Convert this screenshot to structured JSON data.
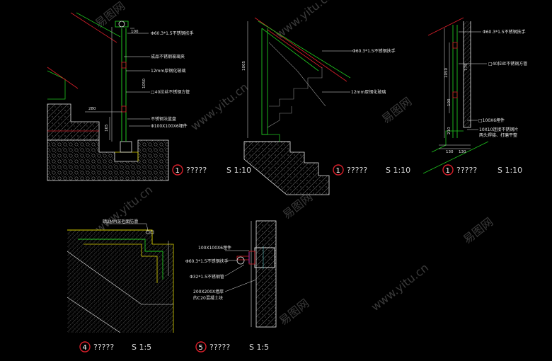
{
  "details": [
    {
      "number": "1",
      "title": "?????",
      "scale": "S 1:10"
    },
    {
      "number": "1",
      "title": "?????",
      "scale": "S 1:10"
    },
    {
      "number": "1",
      "title": "?????",
      "scale": "S 1:10"
    },
    {
      "number": "4",
      "title": "?????",
      "scale": "S 1:5"
    },
    {
      "number": "5",
      "title": "?????",
      "scale": "S 1:5"
    }
  ],
  "labels": {
    "d1_handrail": "Φ60.3*1.5不锈钢扶手",
    "d1_clamp": "成品不锈钢玻璃夹",
    "d1_glass": "12mm厚钢化玻璃",
    "d1_tube": "□40拉丝不锈钢方管",
    "d1_cover": "不锈钢法蓝盘",
    "d1_plate": "Φ100X100X6埋件",
    "d2_handrail": "Φ60.3*1.5不锈钢扶手",
    "d2_glass": "12mm厚钢化玻璃",
    "d3_handrail": "Φ60.3*1.5不锈钢扶手",
    "d3_tube": "□40拉丝不锈钢方管",
    "d3_plate": "□100X6埋件",
    "d3_conn1": "10X10连接不锈钢片",
    "d3_conn2": "两头焊接、打磨平整",
    "d4_strip": "暗2MM深毛面防滑",
    "d5_plate": "100X100X6埋件",
    "d5_handrail": "Φ60.3*1.5不锈钢扶手",
    "d5_pipe": "Φ32*1.5不锈钢管",
    "d5_block1": "200X200X墙厚",
    "d5_block2": "的C20混凝土块"
  },
  "dims": {
    "d1_a": "100",
    "d1_b": "1050",
    "d1_c": "280",
    "d1_d": "165",
    "d2_a": "1005",
    "d3_a": "1050",
    "d3_b": "775",
    "d3_c": "100",
    "d3_d": "210",
    "d3_e": "130",
    "d3_f": "130"
  },
  "watermarks": [
    "易图网",
    "www.yitu.cn"
  ],
  "colors": {
    "green": "#1fc41f",
    "red": "#d81f2a",
    "yellow": "#d9d000",
    "white": "#e6e6e6",
    "cyan": "#5ad7d7",
    "magenta": "#c03ccc"
  }
}
